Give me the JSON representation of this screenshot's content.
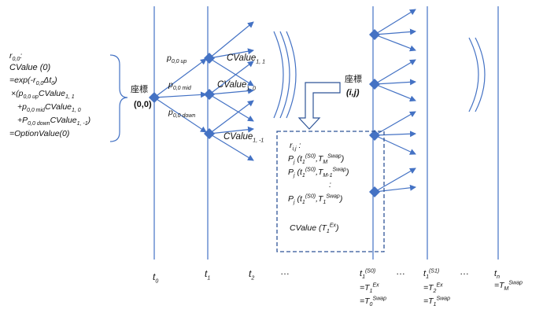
{
  "formula": {
    "r00": "r",
    "r00_sub": "0,0",
    "r00_tail": ":",
    "cvalue0": "CValue (0)",
    "exp_a": "=exp(-r",
    "exp_sub": "0,0",
    "exp_b": "Δt",
    "exp_sub2": "0",
    "exp_c": ")",
    "times": "×(p",
    "times_sub": "0,0 up",
    "times_cv": "CValue",
    "times_cv_sub": "1, 1",
    "plus1": "+p",
    "plus1_sub": "0,0 mid",
    "plus1_cv": "CValue",
    "plus1_cv_sub": "1, 0",
    "plus2": "+P",
    "plus2_sub": "0,0 down",
    "plus2_cv": "CValue",
    "plus2_cv_sub": "1, -1",
    "plus2_tail": ")",
    "option": "=OptionValue(0)"
  },
  "root": {
    "kanji": "座標",
    "coord": "(0,0)"
  },
  "probs": {
    "up": "p",
    "up_sub": "0,0 up",
    "mid": "p",
    "mid_sub": "0,0 mid",
    "down": "p",
    "down_sub": "0,0 down"
  },
  "cvalues": {
    "c1": "CValue",
    "c1_sub": "1, 1",
    "c0": "CValue",
    "c0_sub": "1, 0",
    "cm1": "CValue",
    "cm1_sub": "1, -1"
  },
  "node_ij": {
    "kanji": "座標",
    "coord": "(i,j)"
  },
  "dashed_box": {
    "r": "r",
    "r_sub": "i,j",
    "r_tail": " :",
    "p1a": "P",
    "p1_sub": "j",
    "p1b": " (t",
    "p1_s1": "1",
    "p1_sup1": "(S0)",
    "p1c": ",T",
    "p1_s2": "M",
    "p1_sup2": "Swap",
    "p1d": ")",
    "p2a": "P",
    "p2_sub": "j",
    "p2b": " (t",
    "p2_s1": "1",
    "p2_sup1": "(S0)",
    "p2c": ",T",
    "p2_s2": "M-1",
    "p2_sup2": "Swap",
    "p2d": ")",
    "colon": ":",
    "p3a": "P",
    "p3_sub": "j",
    "p3b": " (t",
    "p3_s1": "1",
    "p3_sup1": "(S0)",
    "p3c": ",T",
    "p3_s2": "1",
    "p3_sup2": "Swap",
    "p3d": ")",
    "cv": "CValue (T",
    "cv_sub": "1",
    "cv_sup": "Ex",
    "cv_tail": ")"
  },
  "axis": {
    "t0": "t",
    "t0_sub": "0",
    "t1": "t",
    "t1_sub": "1",
    "t2": "t",
    "t2_sub": "2",
    "dots1": "…",
    "ts0": "t",
    "ts0_sub": "1",
    "ts0_sup": "(S0)",
    "ts0_l1": "=T",
    "ts0_l1_sub": "1",
    "ts0_l1_sup": "Ex",
    "ts0_l2": "=T",
    "ts0_l2_sub": "0",
    "ts0_l2_sup": "Swap",
    "dots2": "…",
    "ts1": "t",
    "ts1_sub": "1",
    "ts1_sup": "(S1)",
    "ts1_l1": "=T",
    "ts1_l1_sub": "2",
    "ts1_l1_sup": "Ex",
    "ts1_l2": "=T",
    "ts1_l2_sub": "1",
    "ts1_l2_sup": "Swap",
    "dots3": "…",
    "tn": "t",
    "tn_sub": "n",
    "tn_l1": "=T",
    "tn_l1_sub": "M",
    "tn_l1_sup": "Swap"
  },
  "colors": {
    "line": "#4472c4",
    "node": "#4472c4",
    "text": "#111111",
    "dash": "#2f5597"
  },
  "icons": [
    "diamond-node",
    "curly-brace",
    "break-arcs",
    "hollow-bent-arrow"
  ]
}
